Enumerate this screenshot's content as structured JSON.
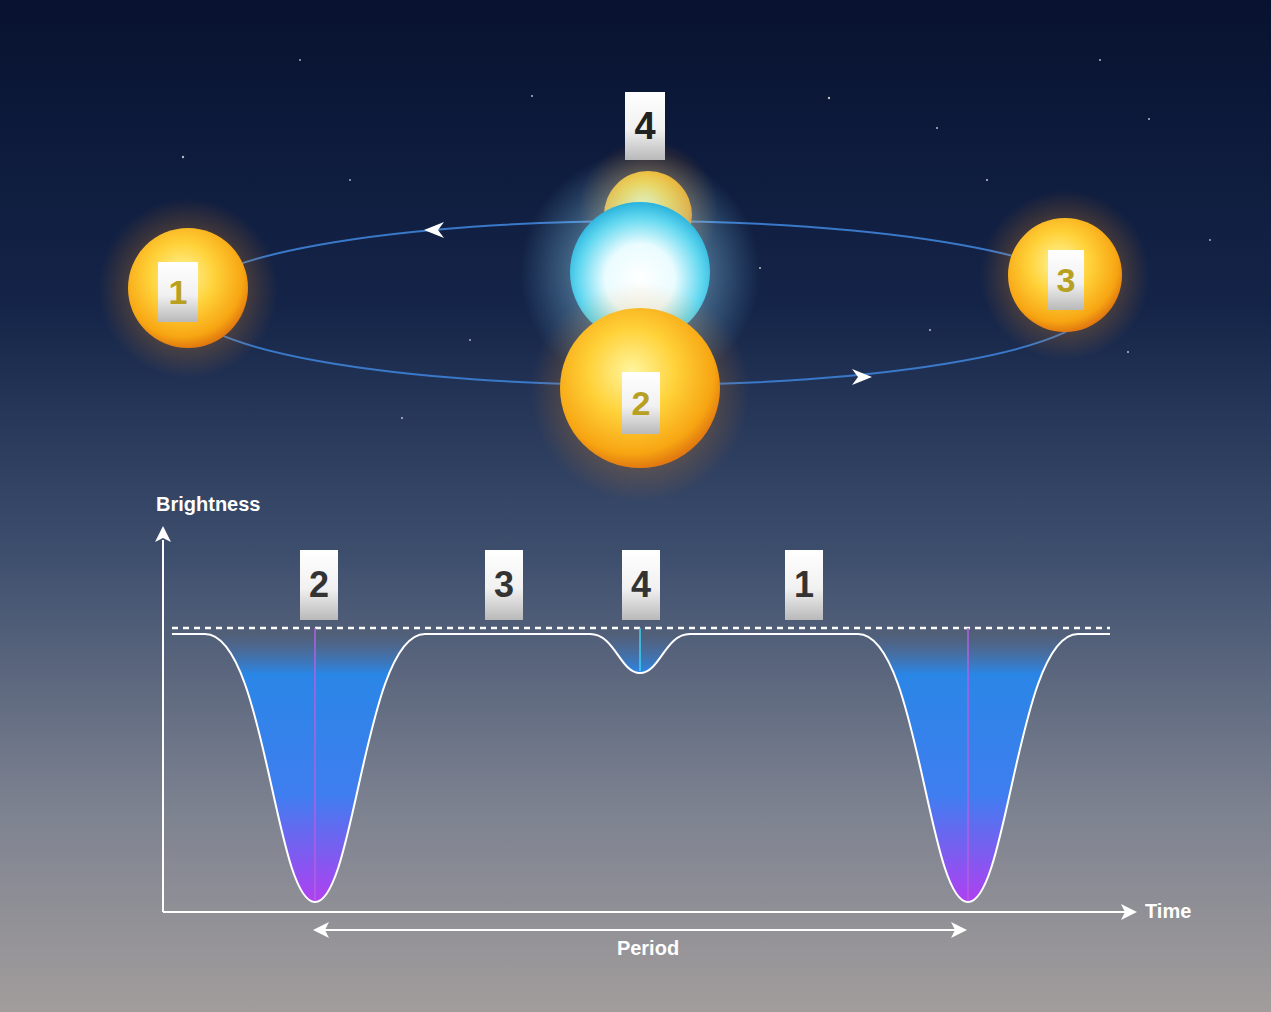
{
  "diagram": {
    "labels": [
      "4",
      "1",
      "3",
      "2",
      "Brightness",
      "2",
      "3",
      "4",
      "1",
      "Time",
      "Period"
    ]
  }
}
